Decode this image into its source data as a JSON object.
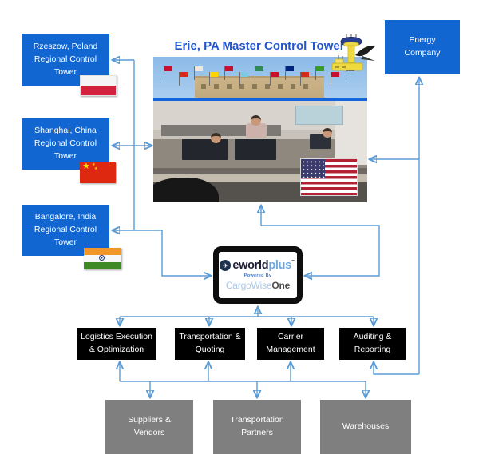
{
  "diagram": {
    "title": "Erie, PA Master Control Tower",
    "regional_towers": [
      {
        "label": "Rzeszow, Poland Regional Control Tower",
        "flag": "poland-flag"
      },
      {
        "label": "Shanghai, China Regional Control Tower",
        "flag": "china-flag"
      },
      {
        "label": "Bangalore, India Regional Control Tower",
        "flag": "india-flag"
      }
    ],
    "energy_company_label": "Energy Company",
    "platform": {
      "brand_dark": "eworld",
      "brand_light": "plus",
      "trademark": "™",
      "powered_by": "Powered By",
      "cargowise_light": "CargoWise",
      "cargowise_dark": "One"
    },
    "modules": [
      {
        "label": "Logistics Execution & Optimization"
      },
      {
        "label": "Transportation & Quoting"
      },
      {
        "label": "Carrier Management"
      },
      {
        "label": "Auditing & Reporting"
      }
    ],
    "external_parties": [
      {
        "label": "Suppliers & Vendors"
      },
      {
        "label": "Transportation Partners"
      },
      {
        "label": "Warehouses"
      }
    ],
    "colors": {
      "box_blue": "#1166d2",
      "arrow_blue": "#5b9bd5",
      "module_black": "#000000",
      "party_gray": "#7f7f7f",
      "title_blue": "#2456cb",
      "photo_divider_blue": "#1464dd"
    },
    "icons": {
      "star_glyph": "★",
      "plane_glyph": "✈"
    },
    "photo": {
      "strip_flag_colors": [
        "#c8102e",
        "#d52b1e",
        "#efe6dc",
        "#ffd500",
        "#c8102e",
        "#7ec8e3",
        "#2e8b57",
        "#c8102e",
        "#00247d",
        "#d52b1e",
        "#3a9d23",
        "#c8102e",
        "#123a8c"
      ]
    }
  }
}
